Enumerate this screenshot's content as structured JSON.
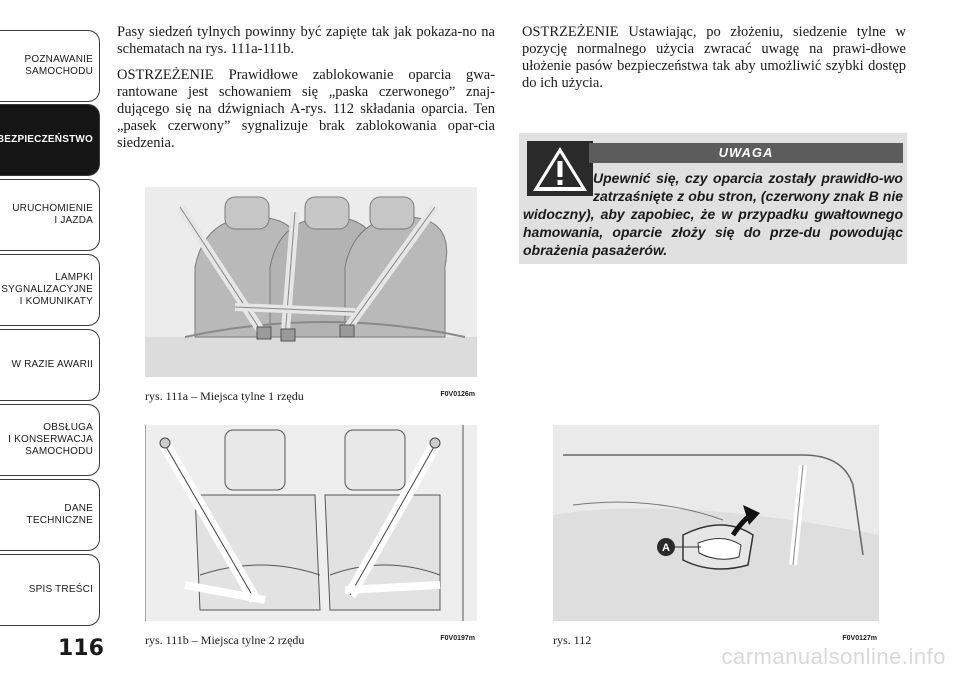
{
  "sidebar": {
    "tabs": [
      {
        "label": "POZNAWANIE\nSAMOCHODU",
        "active": false
      },
      {
        "label": "BEZPIECZEŃSTWO",
        "active": true
      },
      {
        "label": "URUCHOMIENIE\nI JAZDA",
        "active": false
      },
      {
        "label": "LAMPKI\nSYGNALIZACYJNE\nI KOMUNIKATY",
        "active": false
      },
      {
        "label": "W RAZIE AWARII",
        "active": false
      },
      {
        "label": "OBSŁUGA\nI KONSERWACJA\nSAMOCHODU",
        "active": false
      },
      {
        "label": "DANE\nTECHNICZNE",
        "active": false
      },
      {
        "label": "SPIS TREŚCI",
        "active": false
      }
    ],
    "page_number": "116"
  },
  "left_column": {
    "para1": "Pasy siedzeń tylnych powinny być zapięte tak jak pokaza-no na schematach na rys. 111a-111b.",
    "para2": "OSTRZEŻENIE Prawidłowe zablokowanie oparcia gwa-rantowane jest schowaniem się „paska czerwonego” znaj-dującego się na dźwigniach A-rys. 112 składania oparcia. Ten „pasek czerwony” sygnalizuje brak zablokowania opar-cia siedzenia."
  },
  "right_column": {
    "para1": "OSTRZEŻENIE Ustawiając, po złożeniu, siedzenie tylne w pozycję normalnego użycia zwracać uwagę na prawi-dłowe ułożenie pasów bezpieczeństwa tak aby umożliwić szybki dostęp do ich użycia."
  },
  "warning": {
    "title": "UWAGA",
    "text": "Upewnić się, czy oparcia zostały prawidło-wo zatrzaśnięte z obu stron, (czerwony znak B nie widoczny), aby zapobiec, że w przypadku gwałtownego hamowania, oparcie złoży się do prze-du powodując obrażenia pasażerów."
  },
  "figures": {
    "fig111a": {
      "caption": "rys. 111a – Miejsca tylne 1 rzędu",
      "code": "F0V0126m"
    },
    "fig111b": {
      "caption": "rys. 111b – Miejsca tylne 2 rzędu",
      "code": "F0V0197m"
    },
    "fig112": {
      "caption": "rys. 112",
      "code": "F0V0127m",
      "callout": "A"
    }
  },
  "watermark": "carmanualsonline.info"
}
